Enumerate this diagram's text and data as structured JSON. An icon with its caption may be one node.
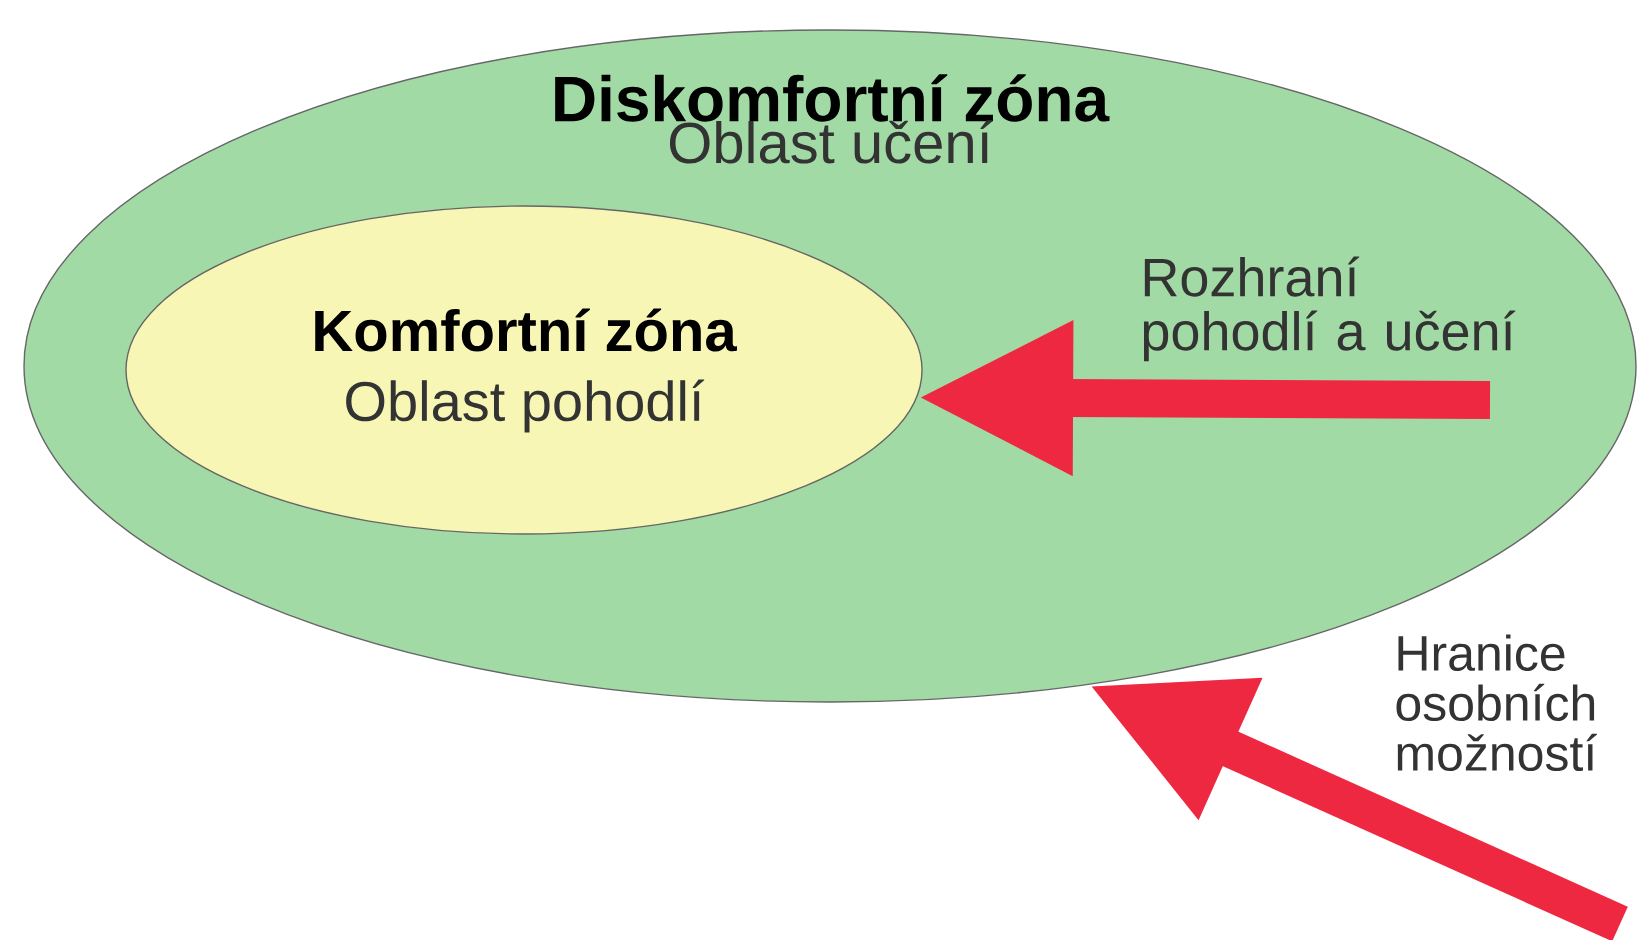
{
  "diagram": {
    "nodes": [
      {
        "text": [
          "Diskomfortní zóna",
          "Oblast učení"
        ]
      },
      {
        "text": [
          "Komfortní zóna",
          "Oblast pohodlí"
        ],
        "in": 0
      }
    ],
    "edges": [
      {
        "from": null,
        "to": 1,
        "arrow": "to"
      },
      {
        "from": null,
        "to": 0,
        "arrow": "to"
      }
    ],
    "labels": [
      "Rozhraní pohodlí a učení",
      "Hranice osobních možností"
    ]
  }
}
